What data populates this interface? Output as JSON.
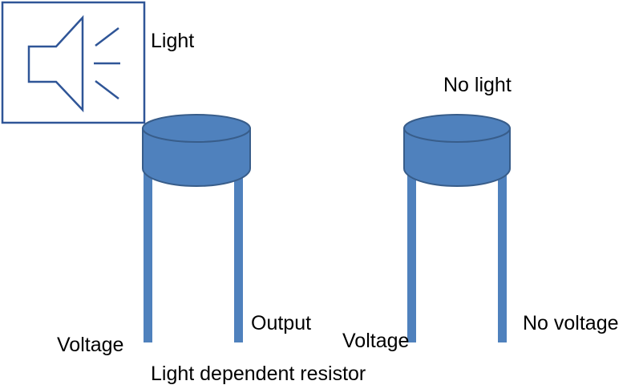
{
  "labels": {
    "light": "Light",
    "no_light": "No light",
    "voltage_left": "Voltage",
    "output": "Output",
    "voltage_right": "Voltage",
    "no_voltage": "No voltage",
    "caption": "Light dependent resistor"
  },
  "icons": {
    "light_source": "speaker-icon"
  },
  "colors": {
    "component_fill": "#4f81bd",
    "component_edge": "#385d8a",
    "icon_frame": "#2f5597",
    "text": "#000000"
  }
}
